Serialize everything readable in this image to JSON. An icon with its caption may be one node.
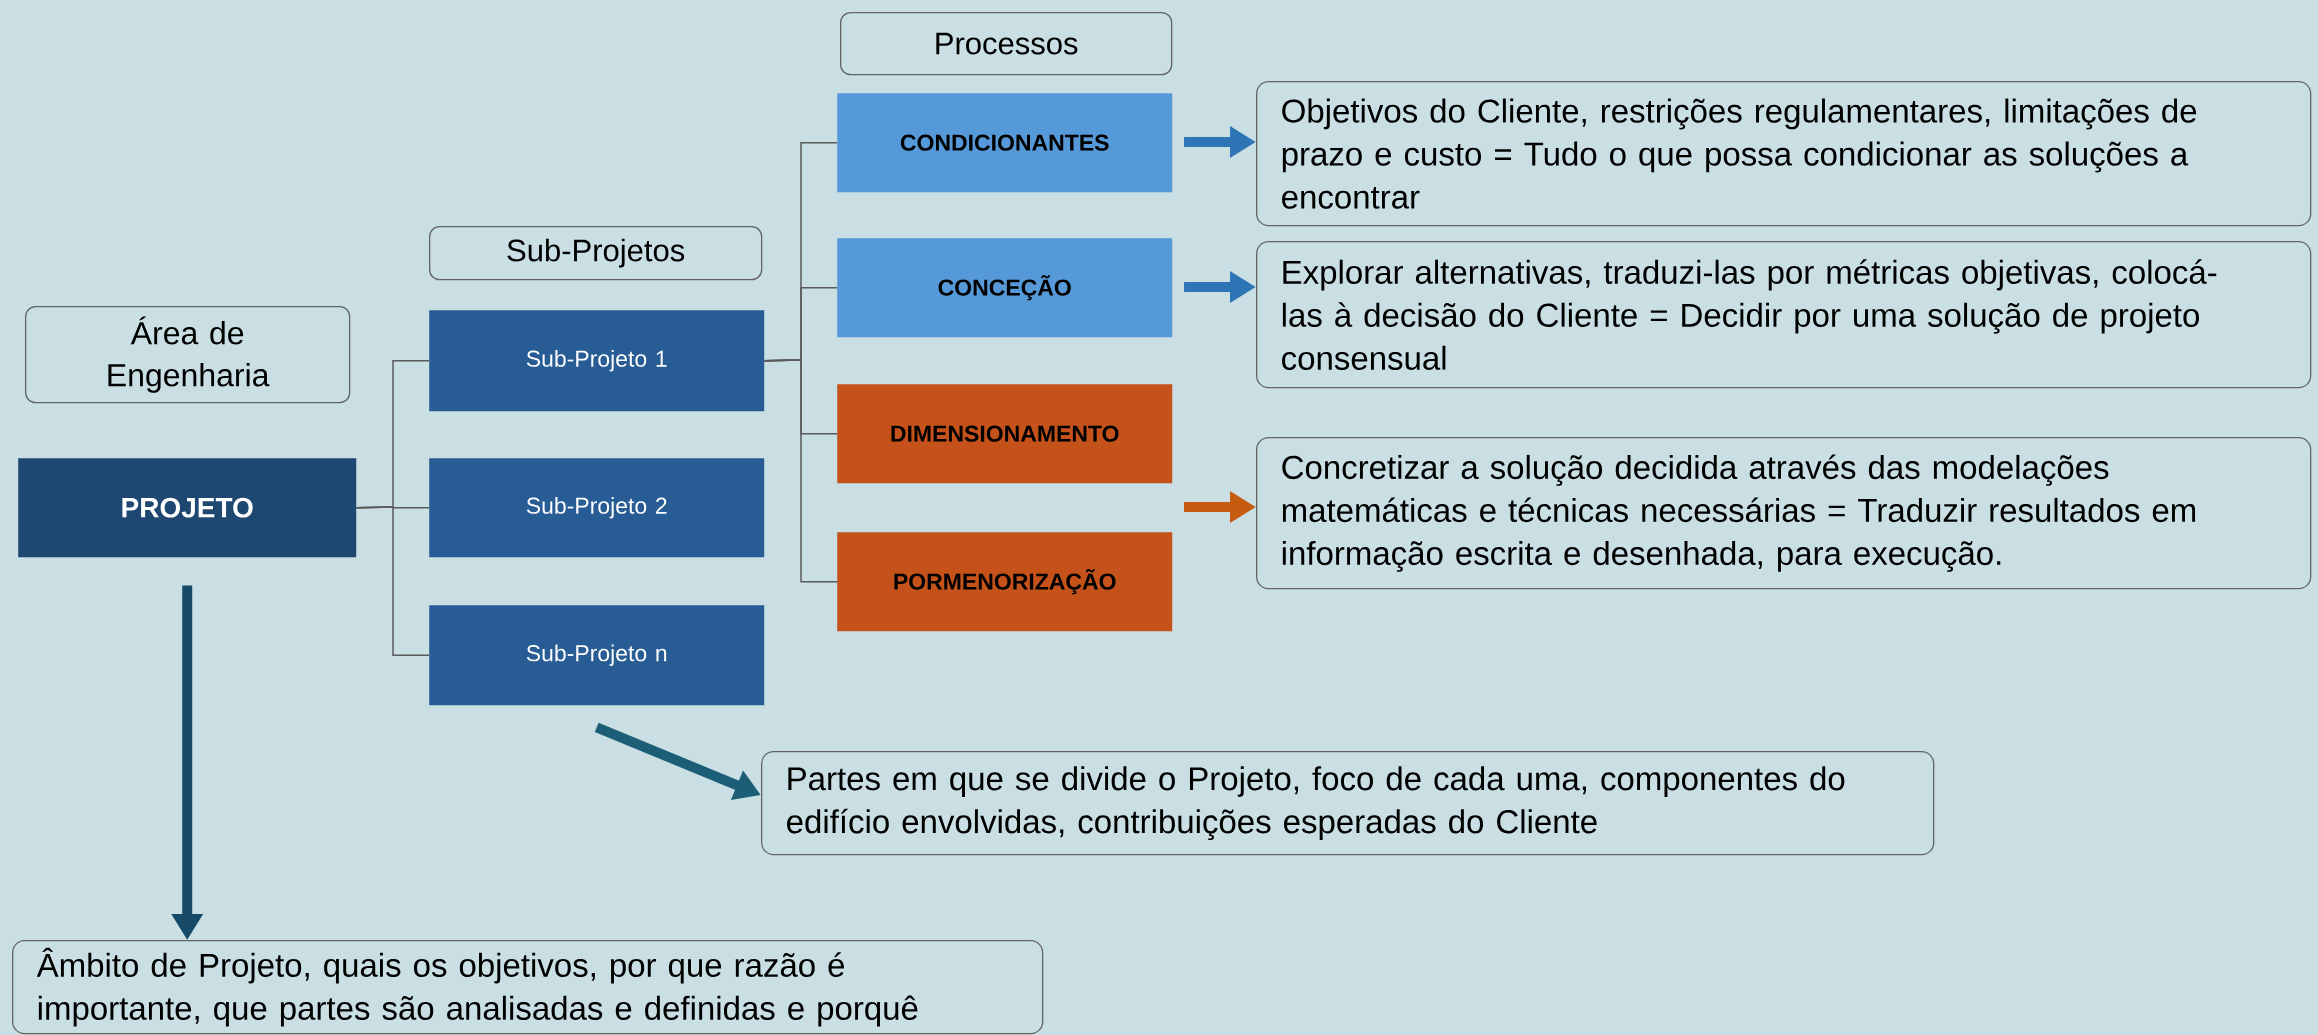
{
  "diagram": {
    "nodes": [
      {
        "text": [
          "Área de Engenharia"
        ]
      },
      {
        "text": [
          "PROJETO"
        ]
      },
      {
        "text": [
          "Sub-Projetos"
        ]
      },
      {
        "text": [
          "Sub-Projeto 1"
        ]
      },
      {
        "text": [
          "Sub-Projeto 2"
        ]
      },
      {
        "text": [
          "Sub-Projeto n"
        ]
      },
      {
        "text": [
          "Processos"
        ]
      },
      {
        "text": [
          "CONDICIONANTES"
        ]
      },
      {
        "text": [
          "CONCEÇÃO"
        ]
      },
      {
        "text": [
          "DIMENSIONAMENTO"
        ]
      },
      {
        "text": [
          "PORMENORIZAÇÃO"
        ]
      },
      {
        "text": [
          "Objetivos do Cliente, restrições regulamentares, limitações de prazo e custo = Tudo o que possa condicionar as soluções a encontrar"
        ]
      },
      {
        "text": [
          "Explorar alternativas, traduzi-las por métricas objetivas, colocá-las à decisão do Cliente = Decidir por uma solução de projeto consensual"
        ]
      },
      {
        "text": [
          "Concretizar a solução decidida através das modelações matemáticas e técnicas necessárias = Traduzir resultados em informação escrita e desenhada, para execução."
        ]
      },
      {
        "text": [
          "Partes em que se divide o Projeto, foco de cada uma, componentes do edifício envolvidas, contribuições esperadas do Cliente"
        ]
      },
      {
        "text": [
          "Âmbito de Projeto, quais os objetivos, por que razão é importante, que partes são analisadas e definidas e porquê"
        ]
      }
    ],
    "edges": [
      {
        "from": 1,
        "to": 3,
        "arrow": "none"
      },
      {
        "from": 1,
        "to": 4,
        "arrow": "none"
      },
      {
        "from": 1,
        "to": 5,
        "arrow": "none"
      },
      {
        "from": 3,
        "to": 7,
        "arrow": "none"
      },
      {
        "from": 3,
        "to": 8,
        "arrow": "none"
      },
      {
        "from": 3,
        "to": 9,
        "arrow": "none"
      },
      {
        "from": 3,
        "to": 10,
        "arrow": "none"
      },
      {
        "from": 7,
        "to": 11,
        "arrow": "to",
        "style": "thick",
        "color": "#2e75b6"
      },
      {
        "from": 8,
        "to": 12,
        "arrow": "to",
        "style": "thick",
        "color": "#2e75b6"
      },
      {
        "from": 9,
        "to": 13,
        "arrow": "to",
        "style": "thick",
        "color": "#c55a11"
      },
      {
        "from": 10,
        "to": 13,
        "arrow": "to",
        "style": "thick",
        "color": "#c55a11"
      },
      {
        "from": 5,
        "to": 14,
        "arrow": "to",
        "style": "thick",
        "color": "#1b5e75"
      },
      {
        "from": 1,
        "to": 15,
        "arrow": "to",
        "style": "thick",
        "color": "#174a67"
      }
    ]
  }
}
